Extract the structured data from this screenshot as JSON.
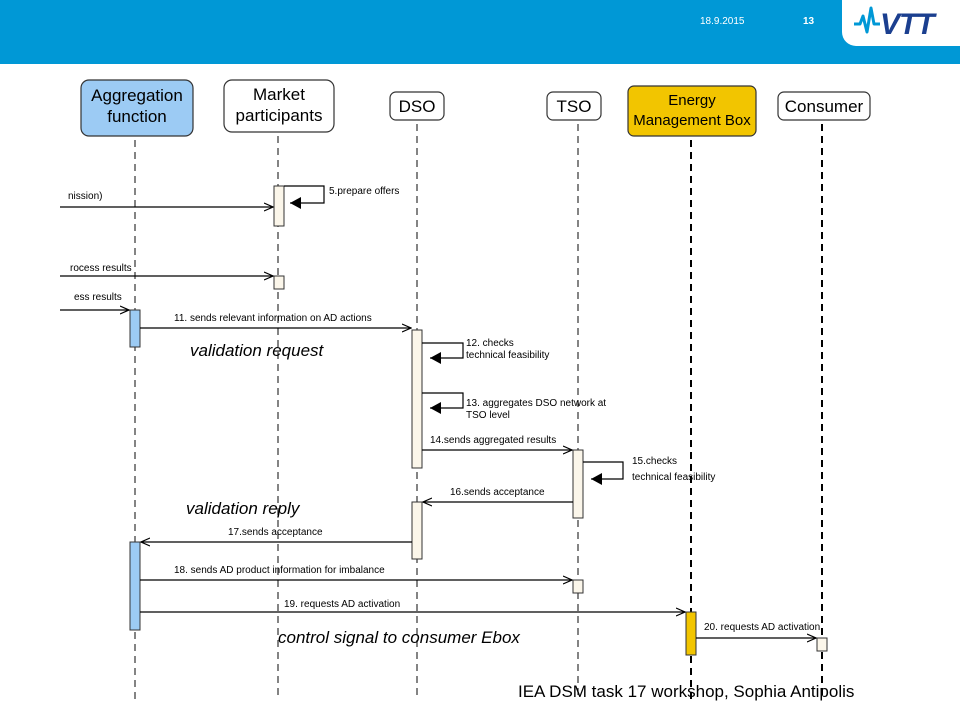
{
  "header": {
    "date": "18.9.2015",
    "page_number": "13",
    "logo_text": "VTT",
    "brand_color": "#0098d6"
  },
  "lifelines": {
    "aggregation": "Aggregation function",
    "market": "Market participants",
    "dso": "DSO",
    "tso": "TSO",
    "ebox": "Energy Management Box",
    "consumer": "Consumer"
  },
  "messages": {
    "m_mission": "nission)",
    "m_prepare": "5.prepare offers",
    "m_process": "rocess results",
    "m_ess": "ess results",
    "m11": "11. sends relevant information on AD actions",
    "m12a": "12. checks",
    "m12b": "technical feasibility",
    "m13a": "13. aggregates DSO network at",
    "m13b": "TSO level",
    "m14": "14.sends aggregated results",
    "m15a": "15.checks",
    "m15b": "technical feasibility",
    "m16": "16.sends acceptance",
    "m17": "17.sends acceptance",
    "m18": "18. sends AD product information for imbalance",
    "m19": "19. requests AD activation",
    "m20": "20. requests AD activation"
  },
  "annotations": {
    "validation_request": "validation request",
    "validation_reply": "validation reply",
    "control_signal": "control signal to consumer Ebox"
  },
  "footer": "IEA DSM task 17 workshop, Sophia Antipolis",
  "colors": {
    "aggregation_fill": "#9ccbf4",
    "ebox_fill": "#f2c500",
    "activation_fill": "#fbf6ea",
    "activation_blue": "#9ccbf4",
    "activation_yellow": "#f2c500"
  }
}
